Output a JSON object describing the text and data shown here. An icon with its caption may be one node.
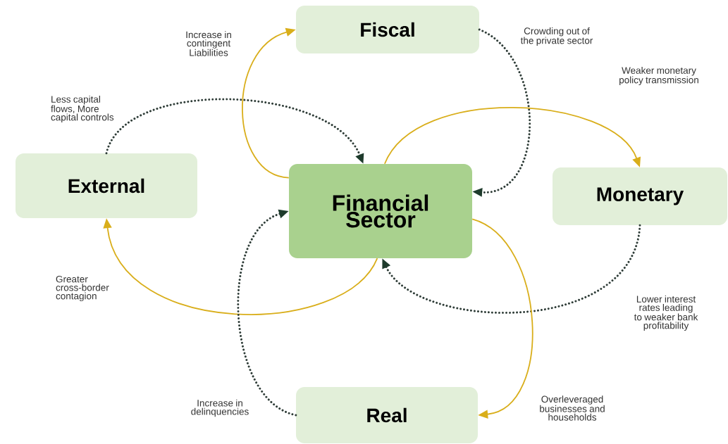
{
  "diagram": {
    "nodes": [
      {
        "text": [
          "Fiscal"
        ]
      },
      {
        "text": [
          "External"
        ]
      },
      {
        "text": [
          "Financial Sector"
        ]
      },
      {
        "text": [
          "Monetary"
        ]
      },
      {
        "text": [
          "Real"
        ]
      }
    ],
    "edges": [
      {
        "from": 2,
        "to": 0,
        "arrow": "to",
        "label": "Increase in contingent Liabilities"
      },
      {
        "from": 1,
        "to": 2,
        "arrow": "to",
        "label": "Less capital flows, More capital controls",
        "style": "dashed",
        "color": "#2f3d38"
      },
      {
        "from": 0,
        "to": 2,
        "arrow": "to",
        "label": "Crowding out of the private sector",
        "style": "dashed",
        "color": "#2f3d38"
      },
      {
        "from": 2,
        "to": 3,
        "arrow": "to",
        "label": "Weaker monetary policy transmission"
      },
      {
        "from": 3,
        "to": 2,
        "arrow": "to",
        "label": "Lower interest rates leading to weaker bank profitability",
        "style": "dashed",
        "color": "#2f3d38"
      },
      {
        "from": 2,
        "to": 4,
        "arrow": "to",
        "label": "Overleveraged businesses and households"
      },
      {
        "from": 2,
        "to": 1,
        "arrow": "to",
        "label": "Greater cross-border contagion"
      },
      {
        "from": 4,
        "to": 2,
        "arrow": "to",
        "label": "Increase in delinquencies",
        "style": "dashed",
        "color": "#2f3d38"
      }
    ]
  }
}
